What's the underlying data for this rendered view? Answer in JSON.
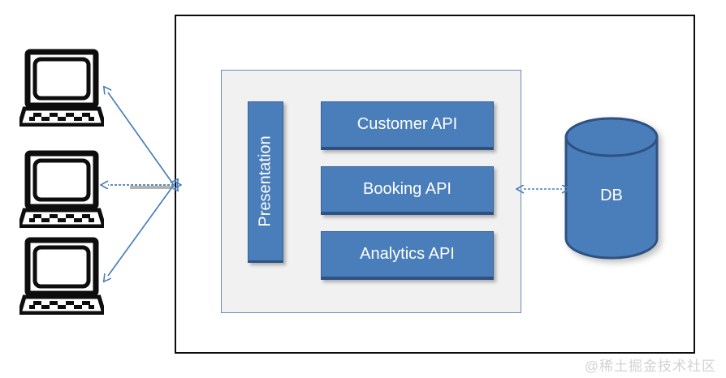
{
  "diagram": {
    "title": "Monolithic application architecture diagram",
    "colors": {
      "component_fill": "#4a7ebb",
      "component_stroke": "#3a6298",
      "component_shadow_edge": "#2e5182",
      "container_fill": "#f1f1f1",
      "container_stroke": "#6b8cba",
      "boundary_stroke": "#0d0d0d",
      "arrow_stroke": "#4a7ebb",
      "arrow_shadow": "#b3b3b3",
      "icon_stroke": "#0d0d0d",
      "label_text": "#ffffff",
      "watermark_text": "#d2d2d2"
    },
    "clients": [
      {
        "name": "client-computer-top",
        "label": "computer"
      },
      {
        "name": "client-computer-middle",
        "label": "computer"
      },
      {
        "name": "client-computer-bottom",
        "label": "computer"
      }
    ],
    "client_connections": [
      {
        "name": "client-top-connection",
        "direction": "bidirectional"
      },
      {
        "name": "client-middle-connection",
        "direction": "bidirectional"
      },
      {
        "name": "client-bottom-connection",
        "direction": "bidirectional"
      }
    ],
    "system_boundary": {
      "label": ""
    },
    "app_container": {
      "label": ""
    },
    "presentation": {
      "label": "Presentation",
      "orientation": "vertical"
    },
    "api_boxes": [
      {
        "label": "Customer API"
      },
      {
        "label": "Booking API"
      },
      {
        "label": "Analytics API"
      }
    ],
    "database": {
      "label": "DB",
      "shape": "cylinder"
    },
    "db_connection": {
      "direction": "bidirectional"
    },
    "watermark": {
      "text": "@稀土掘金技术社区"
    }
  }
}
